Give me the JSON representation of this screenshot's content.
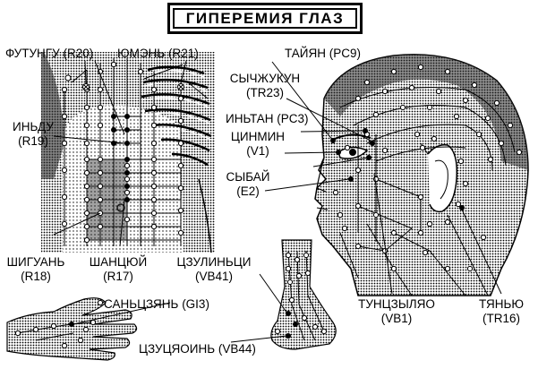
{
  "title": "ГИПЕРЕМИЯ ГЛАЗ",
  "points": {
    "futungu": {
      "name": "ФУТУНГУ",
      "code": "(R20)"
    },
    "yumen": {
      "name": "ЮМЭНЬ",
      "code": "(R21)"
    },
    "indu": {
      "name": "ИНЬДУ",
      "code": "(R19)"
    },
    "shiguan": {
      "name": "ШИГУАНЬ",
      "code": "(R18)"
    },
    "shanqu": {
      "name": "ШАНЦЮЙ",
      "code": "(R17)"
    },
    "taiyan": {
      "name": "ТАЙЯН",
      "code": "(PC9)"
    },
    "sychzhukun": {
      "name": "СЫЧЖУКУН",
      "code": "(TR23)"
    },
    "intan": {
      "name": "ИНЬТАН",
      "code": "(PC3)"
    },
    "cinmin": {
      "name": "ЦИНМИН",
      "code": "(V1)"
    },
    "sybai": {
      "name": "СЫБАЙ",
      "code": "(E2)"
    },
    "tongziliao": {
      "name": "ТУНЦЗЫЛЯО",
      "code": "(VB1)"
    },
    "tyanyu": {
      "name": "ТЯНЬЮ",
      "code": "(TR16)"
    },
    "zulinqi": {
      "name": "ЦЗУЛИНЬЦИ",
      "code": "(VB41)"
    },
    "sanjian": {
      "name": "САНЬЦЗЯНЬ",
      "code": "(GI3)"
    },
    "zuqiaoyin": {
      "name": "ЦЗУЦЯОИНЬ",
      "code": "(VB44)"
    }
  }
}
